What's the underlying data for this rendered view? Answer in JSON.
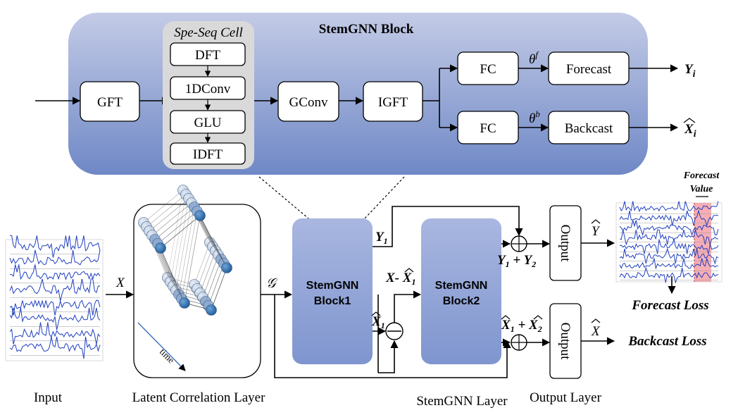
{
  "block": {
    "title": "StemGNN Block",
    "gft": "GFT",
    "spe_seq_title": "Spe-Seq Cell",
    "dft": "DFT",
    "conv1d": "1DConv",
    "glu": "GLU",
    "idft": "IDFT",
    "gconv": "GConv",
    "igft": "IGFT",
    "fc_top": "FC",
    "fc_bottom": "FC",
    "theta_f": "θ",
    "theta_f_sup": "f",
    "theta_b": "θ",
    "theta_b_sup": "b",
    "forecast": "Forecast",
    "backcast": "Backcast",
    "y_i": "Y",
    "y_i_sub": "i",
    "x_i": "X",
    "x_i_sub": "i"
  },
  "layers": {
    "input": "Input",
    "latent": "Latent Correlation Layer",
    "stemgnn": "StemGNN Layer",
    "output": "Output Layer"
  },
  "main": {
    "x_label": "X",
    "g_label": "𝒢",
    "block1_line1": "StemGNN",
    "block1_line2": "Block1",
    "block2_line1": "StemGNN",
    "block2_line2": "Block2",
    "y1": "Y",
    "y1_sub": "1",
    "x_minus_x1": "X- X",
    "x_minus_x1_sub": "1",
    "x1hat": "X",
    "x1hat_sub": "1",
    "y1_plus_y2": "Y",
    "y1_plus_y2_mid": "1",
    "y1_plus_y2_op": " + Y",
    "y1_plus_y2_end": "2",
    "x1_plus_x2": "X",
    "x1_plus_x2_mid": "1",
    "x1_plus_x2_op": " + X",
    "x1_plus_x2_end": "2",
    "output_top": "Output",
    "output_bottom": "Output",
    "y_hat": "Y",
    "x_hat": "X",
    "time": "time",
    "forecast_value_1": "Forecast",
    "forecast_value_2": "Value",
    "forecast_loss": "Forecast Loss",
    "backcast_loss": "Backcast Loss"
  },
  "colors": {
    "block_gradient_top": "#c3cbe6",
    "block_gradient_bottom": "#6f88c6",
    "spe_seq_bg": "#d9d9d9",
    "series_line": "#1f3fbf",
    "node_blue": "#2f6fb3",
    "forecast_band": "#f4a0a8"
  }
}
